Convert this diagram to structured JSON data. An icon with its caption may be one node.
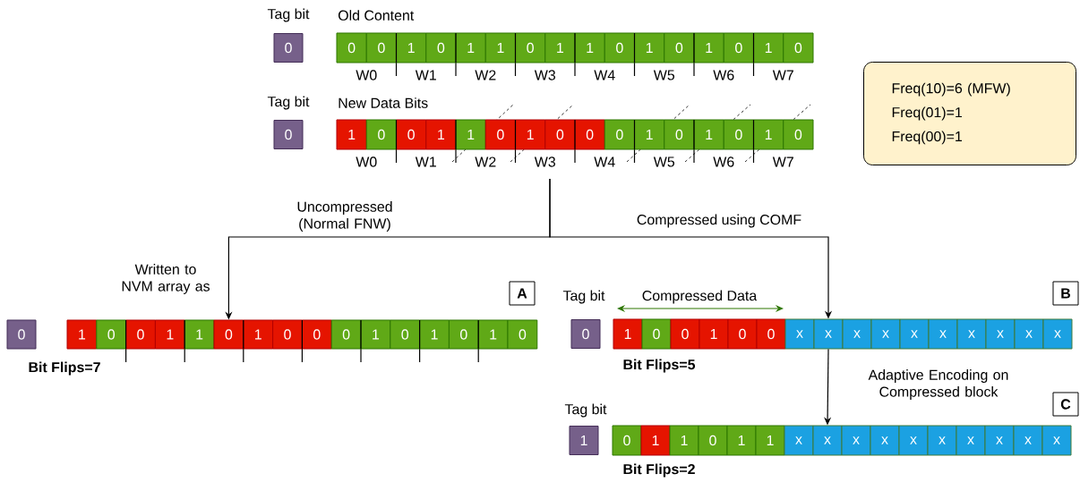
{
  "diagram": {
    "nodes": [
      {
        "text": [
          "0"
        ]
      },
      {
        "text": [
          "0"
        ]
      },
      {
        "text": [
          "0"
        ]
      },
      {
        "text": [
          "1"
        ]
      },
      {
        "text": [
          "0"
        ]
      },
      {
        "text": [
          "1"
        ]
      },
      {
        "text": [
          "1"
        ]
      },
      {
        "text": [
          "0"
        ]
      },
      {
        "text": [
          "1"
        ]
      },
      {
        "text": [
          "1"
        ]
      },
      {
        "text": [
          "0"
        ]
      },
      {
        "text": [
          "1"
        ]
      },
      {
        "text": [
          "0"
        ]
      },
      {
        "text": [
          "1"
        ]
      },
      {
        "text": [
          "0"
        ]
      },
      {
        "text": [
          "1"
        ]
      },
      {
        "text": [
          "0"
        ]
      },
      {
        "text": [
          "Freq(10)=6 (MFW)",
          "Freq(01)=1",
          "Freq(00)=1"
        ]
      },
      {
        "text": [
          "0"
        ]
      },
      {
        "text": [
          "1"
        ]
      },
      {
        "text": [
          "0"
        ]
      },
      {
        "text": [
          "0"
        ]
      },
      {
        "text": [
          "1"
        ]
      },
      {
        "text": [
          "1"
        ]
      },
      {
        "text": [
          "0"
        ]
      },
      {
        "text": [
          "1"
        ]
      },
      {
        "text": [
          "0"
        ]
      },
      {
        "text": [
          "0"
        ]
      },
      {
        "text": [
          "0"
        ]
      },
      {
        "text": [
          "1"
        ]
      },
      {
        "text": [
          "0"
        ]
      },
      {
        "text": [
          "1"
        ]
      },
      {
        "text": [
          "0"
        ]
      },
      {
        "text": [
          "1"
        ]
      },
      {
        "text": [
          "0"
        ]
      },
      {
        "text": [
          "A"
        ]
      },
      {
        "text": [
          "0"
        ]
      },
      {
        "text": [
          "1"
        ]
      },
      {
        "text": [
          "0"
        ]
      },
      {
        "text": [
          "0"
        ]
      },
      {
        "text": [
          "1"
        ]
      },
      {
        "text": [
          "1"
        ]
      },
      {
        "text": [
          "0"
        ]
      },
      {
        "text": [
          "1"
        ]
      },
      {
        "text": [
          "0"
        ]
      },
      {
        "text": [
          "0"
        ]
      },
      {
        "text": [
          "0"
        ]
      },
      {
        "text": [
          "1"
        ]
      },
      {
        "text": [
          "0"
        ]
      },
      {
        "text": [
          "1"
        ]
      },
      {
        "text": [
          "0"
        ]
      },
      {
        "text": [
          "1"
        ]
      },
      {
        "text": [
          "0"
        ]
      },
      {
        "text": [
          "B"
        ]
      },
      {
        "text": [
          "0"
        ]
      },
      {
        "text": [
          "1"
        ]
      },
      {
        "text": [
          "0"
        ]
      },
      {
        "text": [
          "0"
        ]
      },
      {
        "text": [
          "1"
        ]
      },
      {
        "text": [
          "0"
        ]
      },
      {
        "text": [
          "0"
        ]
      },
      {
        "text": [
          "x"
        ]
      },
      {
        "text": [
          "x"
        ]
      },
      {
        "text": [
          "x"
        ]
      },
      {
        "text": [
          "x"
        ]
      },
      {
        "text": [
          "x"
        ]
      },
      {
        "text": [
          "x"
        ]
      },
      {
        "text": [
          "x"
        ]
      },
      {
        "text": [
          "x"
        ]
      },
      {
        "text": [
          "x"
        ]
      },
      {
        "text": [
          "x"
        ]
      },
      {
        "text": [
          "C"
        ]
      },
      {
        "text": [
          "1"
        ]
      },
      {
        "text": [
          "0"
        ]
      },
      {
        "text": [
          "1"
        ]
      },
      {
        "text": [
          "1"
        ]
      },
      {
        "text": [
          "0"
        ]
      },
      {
        "text": [
          "1"
        ]
      },
      {
        "text": [
          "1"
        ]
      },
      {
        "text": [
          "x"
        ]
      },
      {
        "text": [
          "x"
        ]
      },
      {
        "text": [
          "x"
        ]
      },
      {
        "text": [
          "x"
        ]
      },
      {
        "text": [
          "x"
        ]
      },
      {
        "text": [
          "x"
        ]
      },
      {
        "text": [
          "x"
        ]
      },
      {
        "text": [
          "x"
        ]
      },
      {
        "text": [
          "x"
        ]
      },
      {
        "text": [
          "x"
        ]
      }
    ],
    "edges": [
      {
        "from": null,
        "to": 42,
        "arrow": "to",
        "label": "Uncompressed (Normal FNW)"
      },
      {
        "from": null,
        "to": 62,
        "arrow": "to",
        "label": "Compressed using COMF"
      },
      {
        "from": 62,
        "to": 80,
        "arrow": "to",
        "label": "Adaptive Encoding on Compressed block"
      }
    ],
    "labels": [
      "Tag bit",
      "Old Content",
      "W0",
      "W1",
      "W2",
      "W3",
      "W4",
      "W5",
      "W6",
      "W7",
      "Tag bit",
      "New Data Bits",
      "W0",
      "W1",
      "W2",
      "W3",
      "W4",
      "W5",
      "W6",
      "W7",
      "Written to NVM array as",
      "Bit Flips=7",
      "Tag bit",
      "Compressed Data",
      "Bit Flips=5",
      "Tag bit",
      "Bit Flips=2"
    ]
  }
}
